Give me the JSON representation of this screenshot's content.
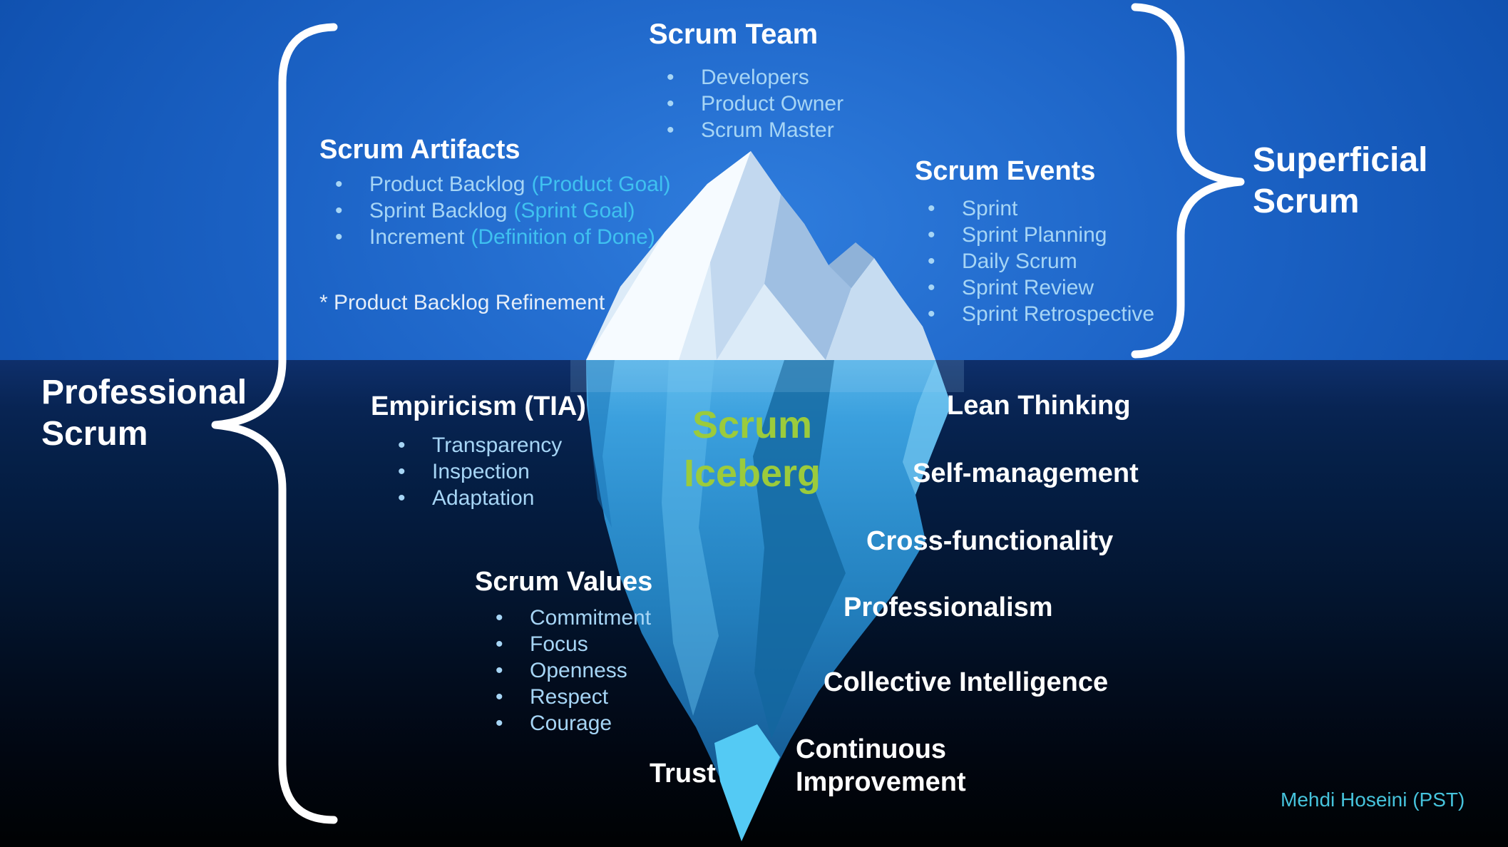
{
  "slide": {
    "center_label": {
      "line1": "Scrum",
      "line2": "Iceberg"
    },
    "braces": {
      "right_label": {
        "line1": "Superficial",
        "line2": "Scrum"
      },
      "left_label": {
        "line1": "Professional",
        "line2": "Scrum"
      }
    },
    "sections": {
      "scrum_team": {
        "title": "Scrum Team",
        "items": [
          "Developers",
          "Product Owner",
          "Scrum Master"
        ]
      },
      "scrum_artifacts": {
        "title": "Scrum Artifacts",
        "items": [
          {
            "text": "Product Backlog",
            "note": "(Product Goal)"
          },
          {
            "text": "Sprint Backlog",
            "note": "(Sprint Goal)"
          },
          {
            "text": "Increment",
            "note": "(Definition of Done)"
          }
        ],
        "footnote": "* Product Backlog Refinement"
      },
      "scrum_events": {
        "title": "Scrum Events",
        "items": [
          "Sprint",
          "Sprint Planning",
          "Daily Scrum",
          "Sprint Review",
          "Sprint Retrospective"
        ]
      },
      "empiricism": {
        "title": "Empiricism (TIA)",
        "items": [
          "Transparency",
          "Inspection",
          "Adaptation"
        ]
      },
      "scrum_values": {
        "title": "Scrum Values",
        "items": [
          "Commitment",
          "Focus",
          "Openness",
          "Respect",
          "Courage"
        ]
      }
    },
    "underwater_labels": {
      "lean": "Lean Thinking",
      "self": "Self-management",
      "cross": "Cross-functionality",
      "professionalism": "Professionalism",
      "collective": "Collective Intelligence",
      "continuous": "Continuous Improvement",
      "trust": "Trust"
    },
    "credit": "Mehdi Hoseini (PST)",
    "colors": {
      "sky_blue": "#1659BA",
      "deep_sea": "#05122E",
      "heading_white": "#FFFFFF",
      "bullet_text": "#A6D5F5",
      "note_cyan": "#3FC1F0",
      "footnote_white": "#E4EDF8",
      "iceberg_green": "#9BCB3C",
      "credit_teal": "#46C3DC",
      "berg_above_water": "#EAF4FC",
      "berg_below_water": "#2E90CF",
      "brace_white": "#FFFFFF"
    }
  }
}
